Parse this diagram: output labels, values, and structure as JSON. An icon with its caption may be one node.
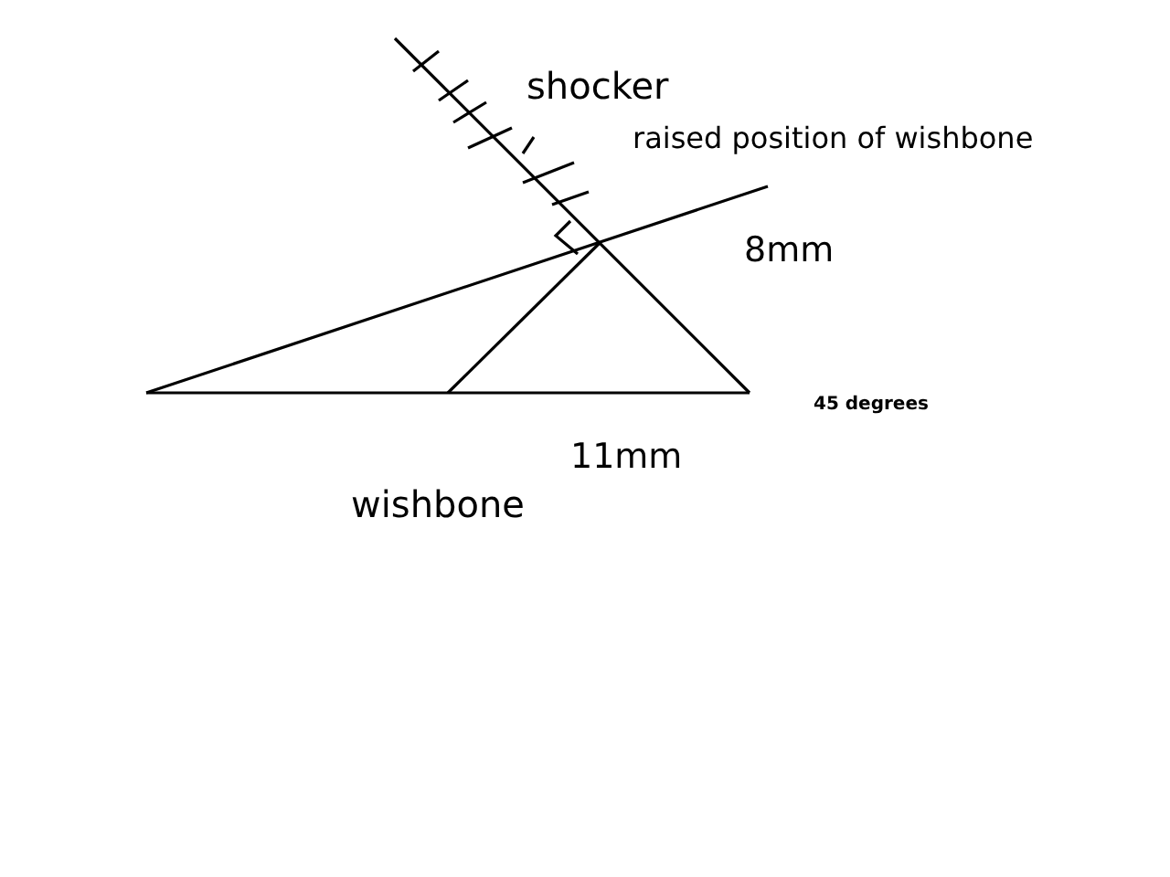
{
  "diagram": {
    "labels": [
      "shocker",
      "raised position of wishbone",
      "8mm",
      "45 degrees",
      "11mm",
      "wishbone"
    ]
  }
}
